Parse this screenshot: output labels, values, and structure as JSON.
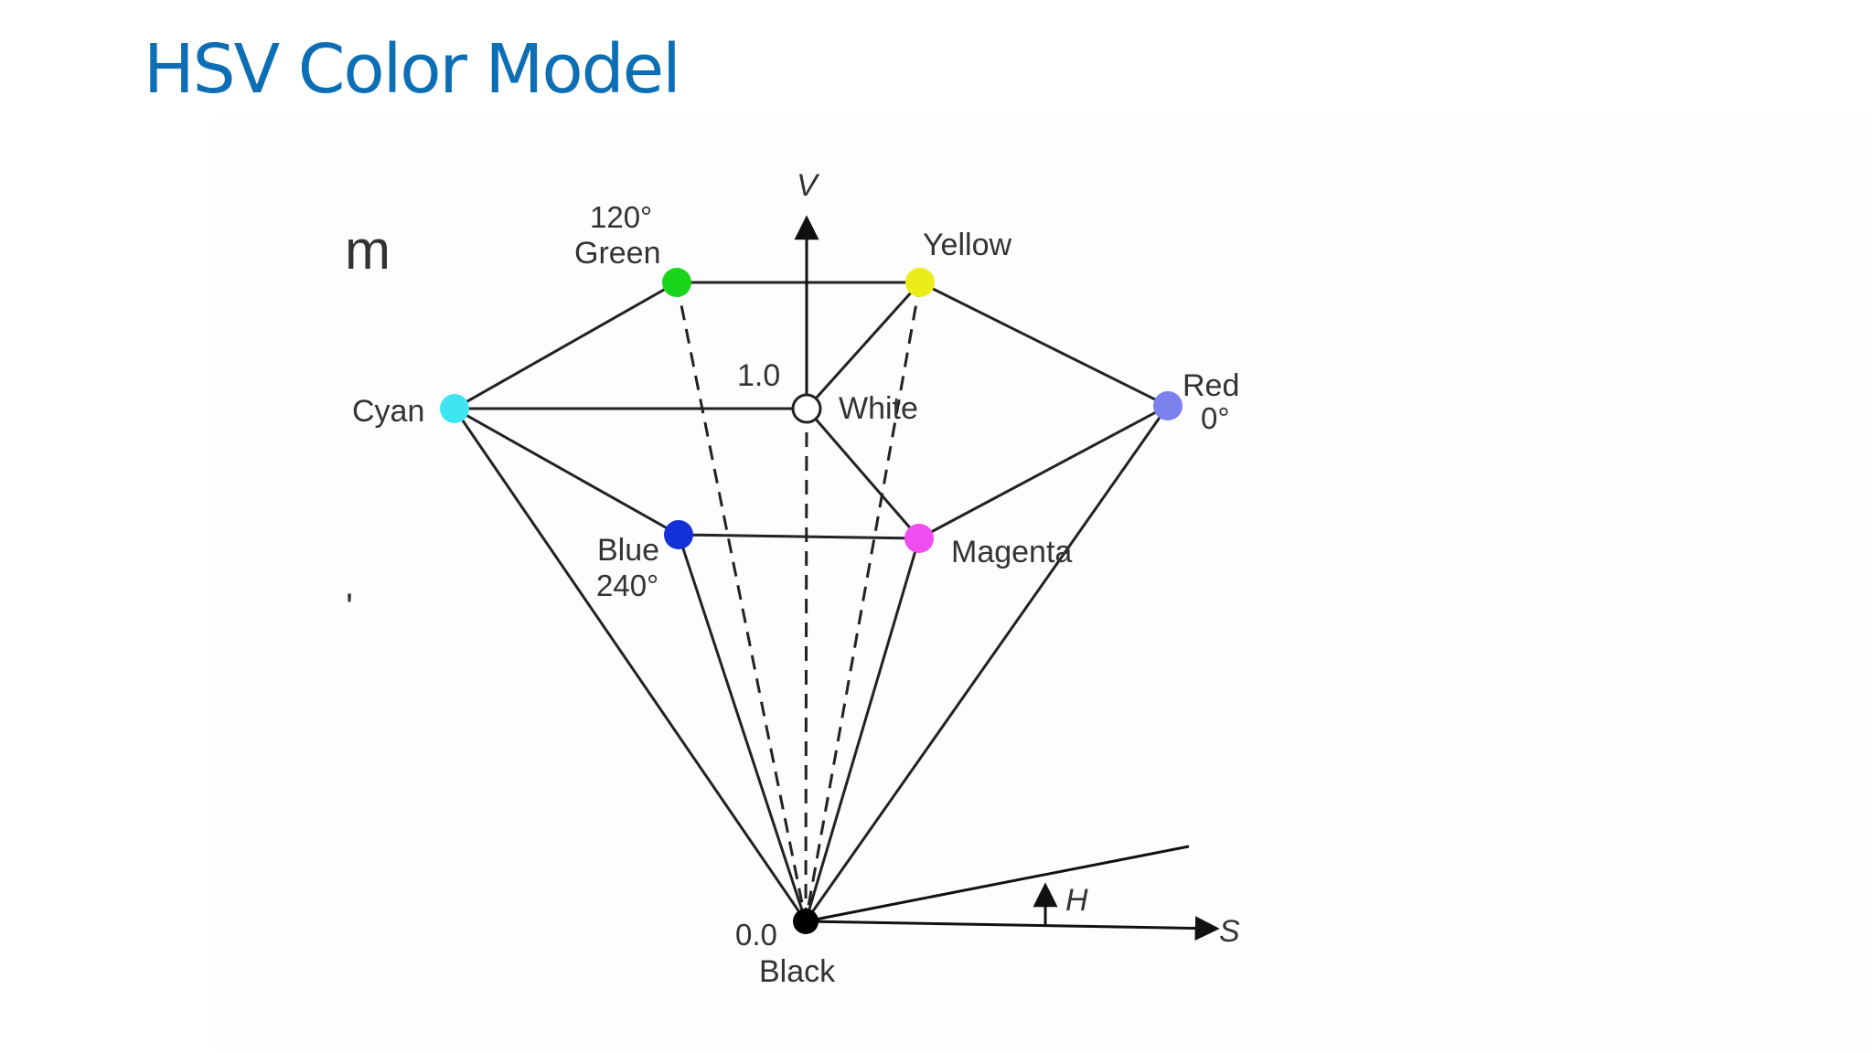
{
  "slide": {
    "title": "HSV Color Model"
  },
  "diagram": {
    "axes": {
      "v_label": "V",
      "s_label": "S",
      "h_label": "H"
    },
    "vertices": {
      "green": {
        "angle_label": "120°",
        "name": "Green",
        "color": "#1ad61a"
      },
      "yellow": {
        "name": "Yellow",
        "color": "#ecec1a"
      },
      "cyan": {
        "name": "Cyan",
        "color": "#3fe6f2"
      },
      "white": {
        "value_label": "1.0",
        "name": "White",
        "color": "#ffffff"
      },
      "red": {
        "name": "Red",
        "angle_label": "0°",
        "color": "#7b82ee"
      },
      "blue": {
        "name": "Blue",
        "angle_label": "240°",
        "color": "#1430d8"
      },
      "magenta": {
        "name": "Magenta",
        "color": "#f04cf0"
      },
      "black": {
        "value_label": "0.0",
        "name": "Black",
        "color": "#000000"
      }
    },
    "cropped_fragments": {
      "fragment_m": "m",
      "fragment_mark": "'"
    }
  }
}
